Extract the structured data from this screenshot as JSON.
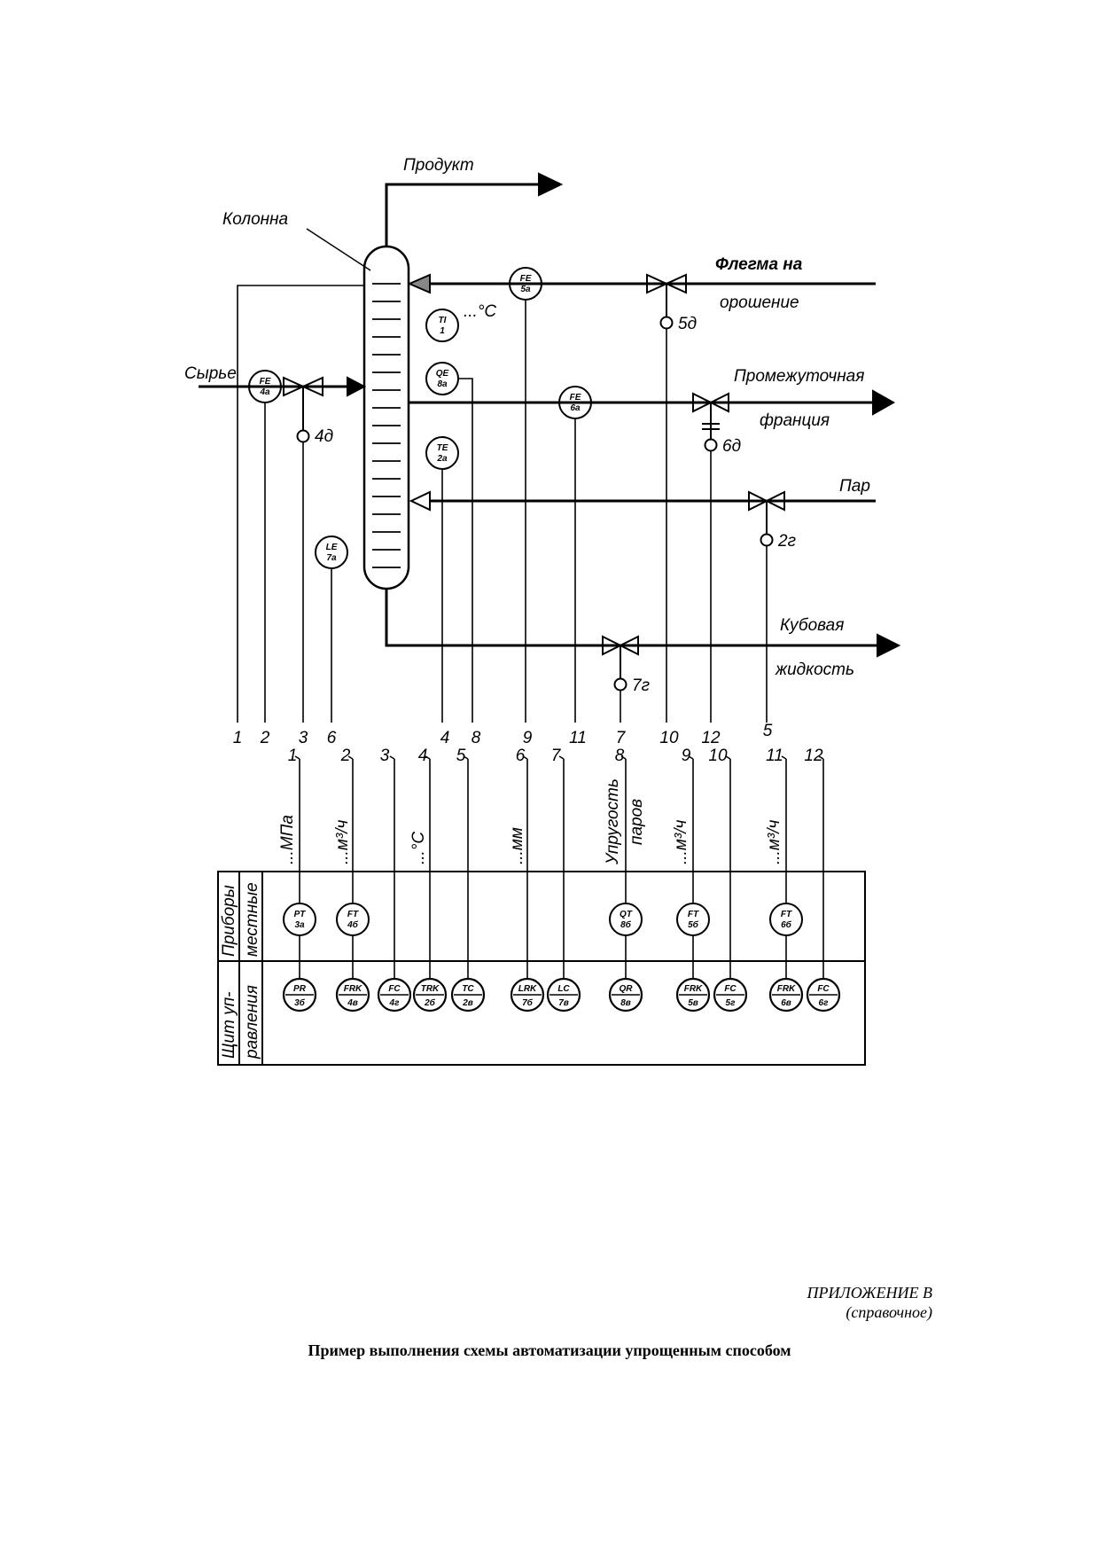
{
  "streams": {
    "product": "Продукт",
    "column": "Колонна",
    "reflux_line1": "Флегма на",
    "reflux_line2": "орошение",
    "feed": "Сырье",
    "middle_line1": "Промежуточная",
    "middle_line2": "франция",
    "steam": "Пар",
    "bottoms_line1": "Кубовая",
    "bottoms_line2": "жидкость"
  },
  "instruments": {
    "TI": [
      "TI",
      "1"
    ],
    "QE": [
      "QE",
      "8а"
    ],
    "TE": [
      "TE",
      "2а"
    ],
    "FE5": [
      "FE",
      "5а"
    ],
    "FE6": [
      "FE",
      "6а"
    ],
    "FE4": [
      "FE",
      "4а"
    ],
    "LE": [
      "LE",
      "7а"
    ],
    "temp_unit": "...°С"
  },
  "actuators": {
    "a4": "4д",
    "a5": "5д",
    "a6": "6д",
    "a2": "2г",
    "a7": "7г"
  },
  "upper_numbers": [
    "1",
    "2",
    "3",
    "6",
    "4",
    "8",
    "9",
    "11",
    "7",
    "10",
    "12",
    "5"
  ],
  "lower_numbers": [
    "1",
    "2",
    "3",
    "4",
    "5",
    "6",
    "7",
    "8",
    "9",
    "10",
    "11",
    "12"
  ],
  "units": {
    "u1": "...МПа",
    "u2": "...м³/ч",
    "u3": "...°С",
    "u4": "...мм",
    "u5_line1": "Упругость",
    "u5_line2": "паров",
    "u6": "...м³/ч",
    "u7": "...м³/ч"
  },
  "panel": {
    "row1_line1": "Приборы",
    "row1_line2": "местные",
    "row2_line1": "Щит уп-",
    "row2_line2": "равления"
  },
  "local_instruments": [
    [
      "PT",
      "3а"
    ],
    [
      "FT",
      "4б"
    ],
    [
      "QT",
      "8б"
    ],
    [
      "FT",
      "5б"
    ],
    [
      "FT",
      "6б"
    ]
  ],
  "panel_instruments": [
    [
      "PR",
      "3б"
    ],
    [
      "FRK",
      "4в"
    ],
    [
      "FC",
      "4г"
    ],
    [
      "TRK",
      "2б"
    ],
    [
      "TC",
      "2в"
    ],
    [
      "LRK",
      "7б"
    ],
    [
      "LC",
      "7в"
    ],
    [
      "QR",
      "8в"
    ],
    [
      "FRK",
      "5в"
    ],
    [
      "FC",
      "5г"
    ],
    [
      "FRK",
      "6в"
    ],
    [
      "FC",
      "6г"
    ]
  ],
  "appendix": {
    "title": "ПРИЛОЖЕНИЕ В",
    "subtitle": "(справочное)"
  },
  "caption": "Пример выполнения схемы автоматизации упрощенным способом"
}
